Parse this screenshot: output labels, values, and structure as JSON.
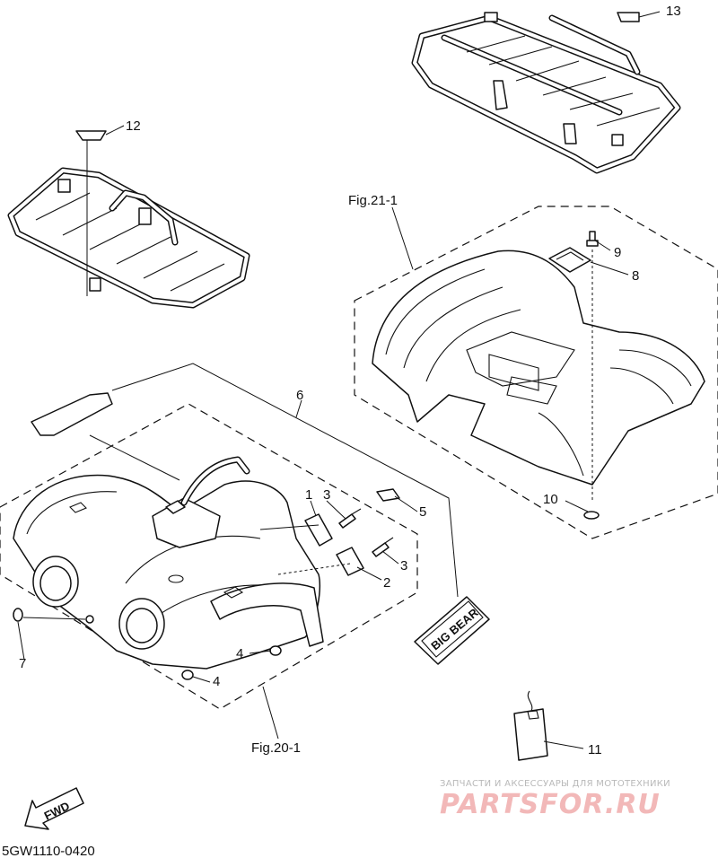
{
  "diagram": {
    "drawing_code": "5GW1110-0420",
    "fwd_label": "FWD",
    "callouts": {
      "c1": "1",
      "c2": "2",
      "c3a": "3",
      "c3b": "3",
      "c4a": "4",
      "c4b": "4",
      "c5": "5",
      "c6": "6",
      "c7": "7",
      "c8": "8",
      "c9": "9",
      "c10": "10",
      "c11": "11",
      "c12": "12",
      "c13": "13"
    },
    "fig_refs": {
      "front": "Fig.20-1",
      "rear": "Fig.21-1"
    },
    "decal_text": "BIG BEAR",
    "watermark": {
      "line1": "ЗАПЧАСТИ И АКСЕССУАРЫ ДЛЯ МОТОТЕХНИКИ",
      "line2": "PARTSFOR.RU"
    }
  }
}
